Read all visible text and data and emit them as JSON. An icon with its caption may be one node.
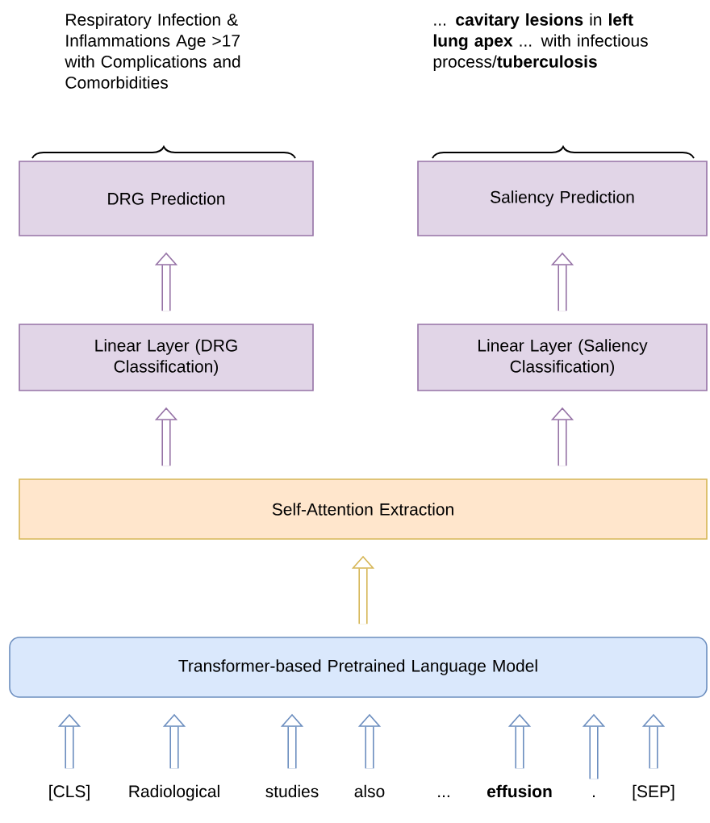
{
  "diagram": {
    "nodes": [
      {
        "text": [
          "DRG Prediction"
        ]
      },
      {
        "text": [
          "Saliency Prediction"
        ]
      },
      {
        "text": [
          "Linear Layer (DRG Classification)"
        ]
      },
      {
        "text": [
          "Linear Layer (Saliency Classification)"
        ]
      },
      {
        "text": [
          "Self-Attention Extraction"
        ]
      },
      {
        "text": [
          "Transformer-based Pretrained Language Model"
        ]
      },
      {
        "text": [
          "[CLS]"
        ]
      },
      {
        "text": [
          "Radiological"
        ]
      },
      {
        "text": [
          "studies"
        ]
      },
      {
        "text": [
          "also"
        ]
      },
      {
        "text": [
          "effusion"
        ]
      },
      {
        "text": [
          "."
        ]
      },
      {
        "text": [
          "[SEP]"
        ]
      }
    ],
    "edges": [
      {
        "from": 2,
        "to": 0,
        "arrow": "to",
        "color": "#9673a6"
      },
      {
        "from": 3,
        "to": 1,
        "arrow": "to",
        "color": "#9673a6"
      },
      {
        "from": 4,
        "to": 2,
        "arrow": "to",
        "color": "#9673a6"
      },
      {
        "from": 4,
        "to": 3,
        "arrow": "to",
        "color": "#9673a6"
      },
      {
        "from": 5,
        "to": 4,
        "arrow": "to",
        "color": "#d6b656"
      },
      {
        "from": 6,
        "to": 5,
        "arrow": "to"
      },
      {
        "from": 7,
        "to": 5,
        "arrow": "to"
      },
      {
        "from": 8,
        "to": 5,
        "arrow": "to"
      },
      {
        "from": 9,
        "to": 5,
        "arrow": "to"
      },
      {
        "from": 10,
        "to": 5,
        "arrow": "to"
      },
      {
        "from": 11,
        "to": 5,
        "arrow": "to"
      },
      {
        "from": 12,
        "to": 5,
        "arrow": "to"
      }
    ],
    "labels": [
      "Respiratory Infection & Inflammations Age >17 with Complications and Comorbidities",
      "... **cavitary lesions** in **left lung apex** ... with infectious process/**tuberculosis**",
      "..."
    ]
  }
}
